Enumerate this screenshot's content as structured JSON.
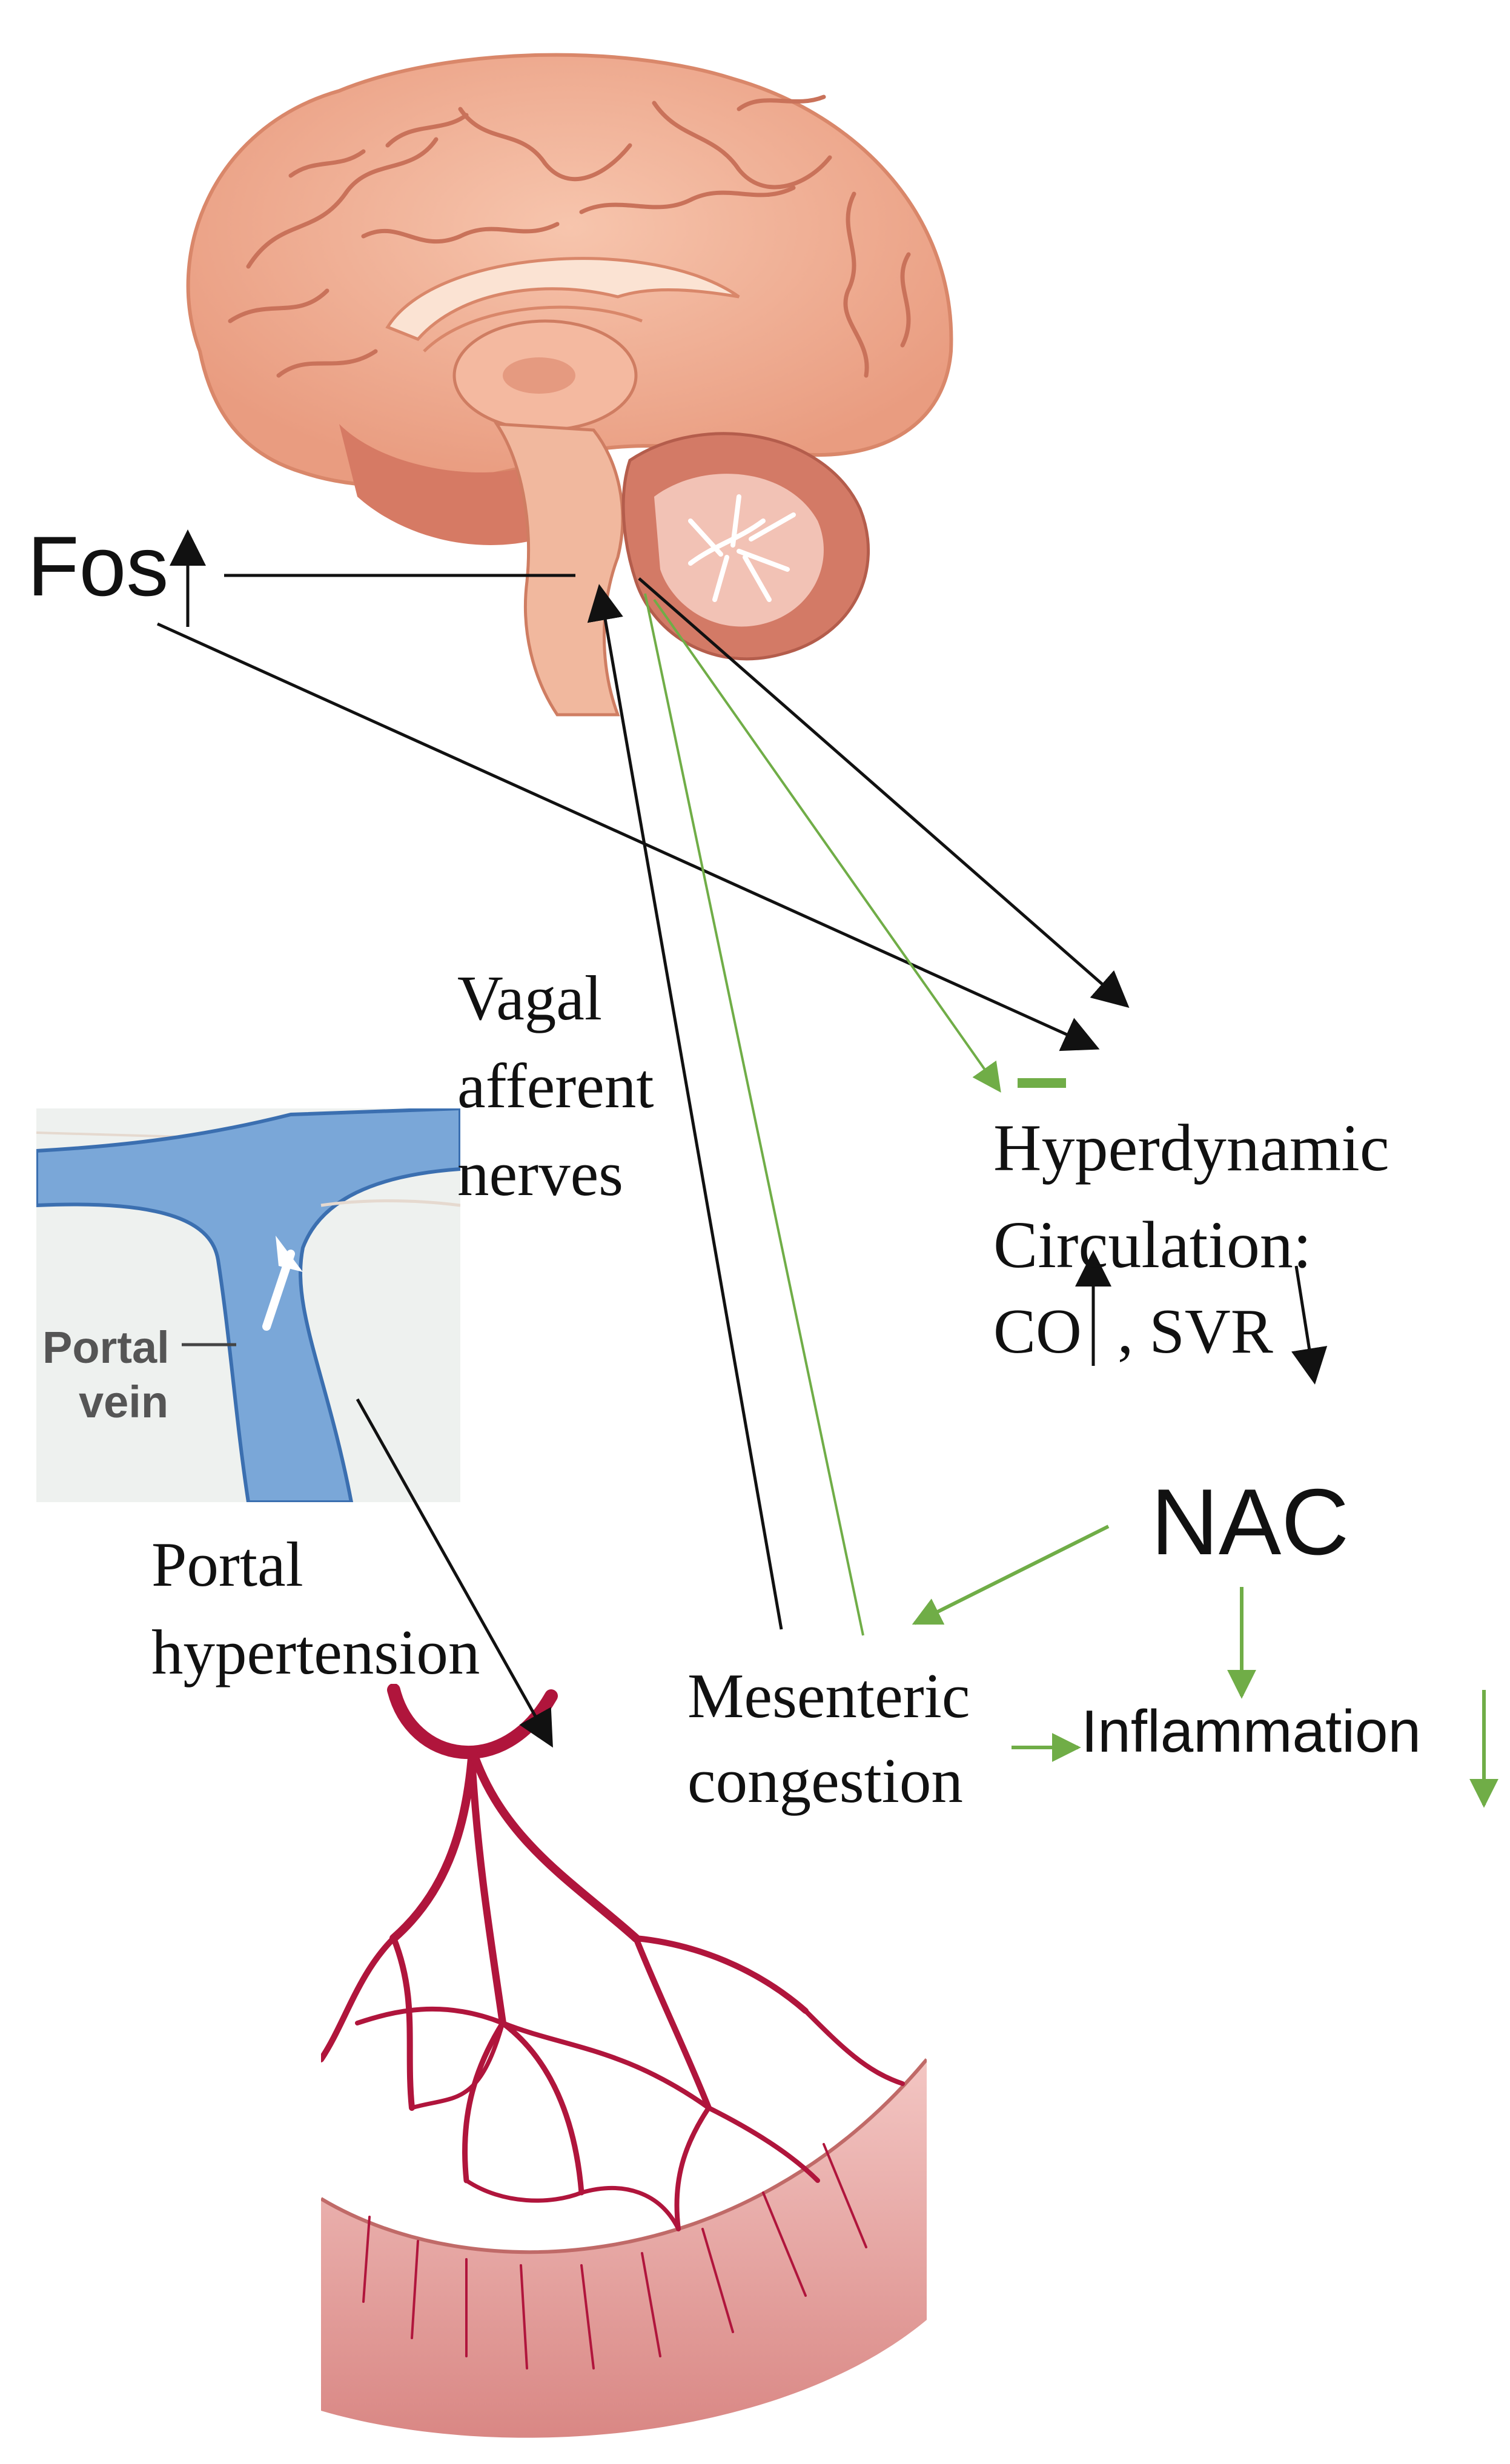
{
  "labels": {
    "fos": "Fos",
    "vagal_line1": "Vagal",
    "vagal_line2": "afferent",
    "vagal_line3": "nerves",
    "hyper_line1": "Hyperdynamic",
    "hyper_line2": "Circulation:",
    "co": "CO",
    "svr": ", SVR",
    "nac": "NAC",
    "portal_line1": "Portal",
    "portal_line2": "hypertension",
    "mesenteric_line1": "Mesenteric",
    "mesenteric_line2": "congestion",
    "inflammation": "Inflammation",
    "portal_vein_line1": "Portal",
    "portal_vein_line2": "vein"
  },
  "colors": {
    "black_arrow": "#111111",
    "green_arrow": "#70ad47",
    "brain_cortex": "#f2b197",
    "cerebellum": "#d37a66",
    "vein_blue": "#7aa7d8",
    "artery_red": "#b0153c",
    "intestine_pink": "#e9aaa8"
  },
  "icons": {
    "brain": "brain-illustration-icon",
    "portal_vein": "portal-vein-illustration-icon",
    "mesentery": "mesenteric-vessels-illustration-icon"
  }
}
